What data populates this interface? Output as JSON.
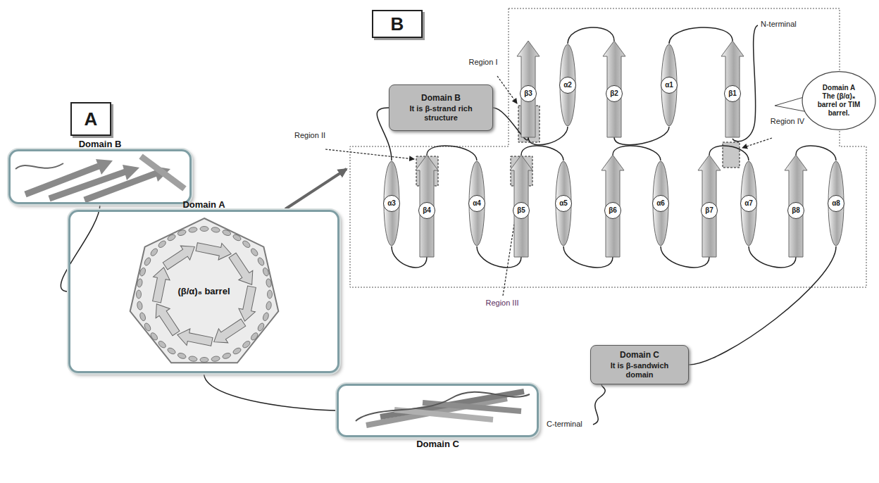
{
  "diagram": {
    "nodes": [
      {
        "text": [
          "A"
        ]
      },
      {
        "text": [
          "Domain B"
        ]
      },
      {
        "text": [
          "Domain A",
          "(β/α)₈ barrel"
        ]
      },
      {
        "text": [
          "Domain C"
        ]
      },
      {
        "text": [
          "B"
        ]
      },
      {
        "text": [
          "Domain B",
          "It is β-strand rich structure"
        ]
      },
      {
        "text": [
          "Domain A",
          "The (β/α)₈ barrel or TIM barrel."
        ]
      },
      {
        "text": [
          "Domain C",
          "It is β-sandwich domain"
        ]
      },
      {
        "text": [
          "β1"
        ]
      },
      {
        "text": [
          "α1"
        ]
      },
      {
        "text": [
          "β2"
        ]
      },
      {
        "text": [
          "α2"
        ]
      },
      {
        "text": [
          "β3"
        ]
      },
      {
        "text": [
          "α3"
        ]
      },
      {
        "text": [
          "β4"
        ]
      },
      {
        "text": [
          "α4"
        ]
      },
      {
        "text": [
          "β5"
        ]
      },
      {
        "text": [
          "α5"
        ]
      },
      {
        "text": [
          "β6"
        ]
      },
      {
        "text": [
          "α6"
        ]
      },
      {
        "text": [
          "β7"
        ]
      },
      {
        "text": [
          "α7"
        ]
      },
      {
        "text": [
          "β8"
        ]
      },
      {
        "text": [
          "α8"
        ]
      }
    ],
    "edges": [
      {
        "from": 1,
        "to": 2,
        "arrow": "none"
      },
      {
        "from": 2,
        "to": 3,
        "arrow": "none"
      },
      {
        "from": 8,
        "to": 9,
        "arrow": "none"
      },
      {
        "from": 9,
        "to": 10,
        "arrow": "none"
      },
      {
        "from": 10,
        "to": 11,
        "arrow": "none"
      },
      {
        "from": 11,
        "to": 12,
        "arrow": "none"
      },
      {
        "from": 12,
        "to": 5,
        "arrow": "none"
      },
      {
        "from": 5,
        "to": 13,
        "arrow": "none"
      },
      {
        "from": 13,
        "to": 14,
        "arrow": "none"
      },
      {
        "from": 14,
        "to": 15,
        "arrow": "none"
      },
      {
        "from": 15,
        "to": 16,
        "arrow": "none"
      },
      {
        "from": 16,
        "to": 17,
        "arrow": "none"
      },
      {
        "from": 17,
        "to": 18,
        "arrow": "none"
      },
      {
        "from": 18,
        "to": 19,
        "arrow": "none"
      },
      {
        "from": 19,
        "to": 20,
        "arrow": "none"
      },
      {
        "from": 20,
        "to": 21,
        "arrow": "none"
      },
      {
        "from": 21,
        "to": 22,
        "arrow": "none"
      },
      {
        "from": 22,
        "to": 23,
        "arrow": "none"
      },
      {
        "from": 23,
        "to": 7,
        "arrow": "none"
      }
    ],
    "labels": [
      "N-terminal",
      "C-terminal",
      "Region I",
      "Region II",
      "Region III",
      "Region IV"
    ]
  }
}
